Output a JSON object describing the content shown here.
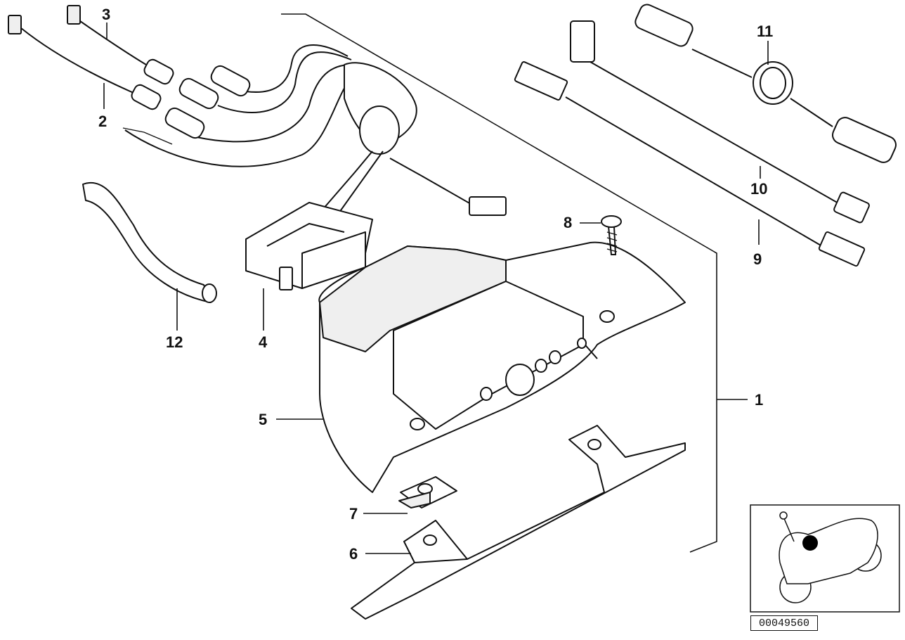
{
  "diagram": {
    "callouts": {
      "c1": "1",
      "c2": "2",
      "c3": "3",
      "c4": "4",
      "c5": "5",
      "c6": "6",
      "c7": "7",
      "c8": "8",
      "c9": "9",
      "c10": "10",
      "c11": "11",
      "c12": "12"
    },
    "reference_number": "00049560"
  }
}
